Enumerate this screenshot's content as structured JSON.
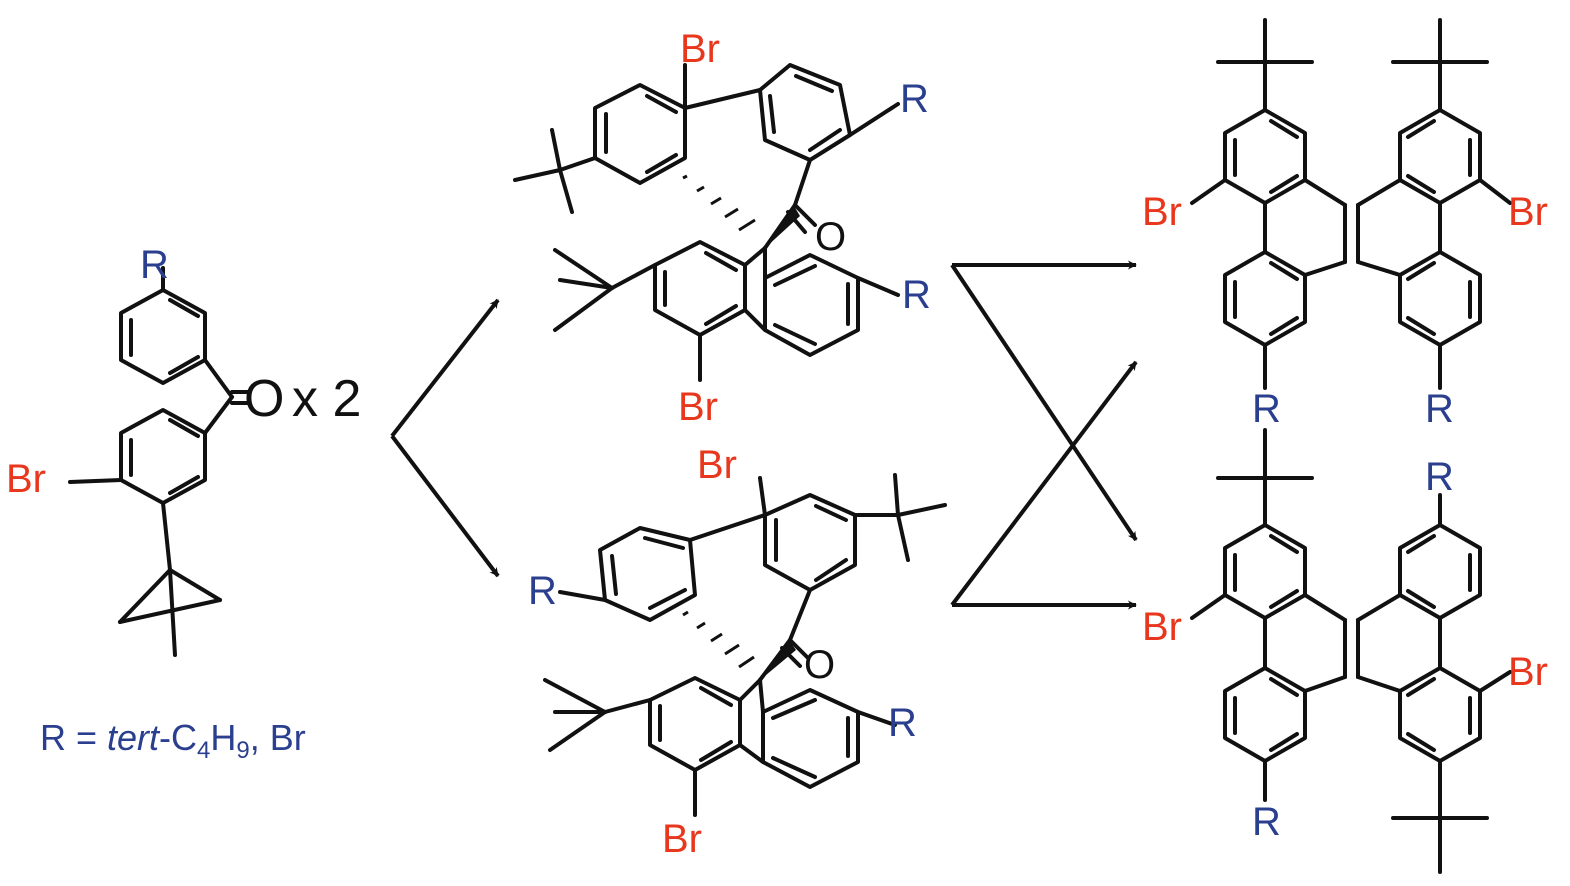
{
  "colors": {
    "bond": "#111111",
    "bromine": "#e8371c",
    "r_group": "#2b3f8f",
    "oxygen": "#111111",
    "background": "#ffffff"
  },
  "atoms": {
    "bromine": "Br",
    "r_group": "R",
    "oxygen": "O"
  },
  "reagent_multiplier": "x 2",
  "legend": {
    "lhs": "R = ",
    "italic": "tert",
    "formula_c": "-C",
    "subscript_4": "4",
    "formula_h": "H",
    "subscript_9": "9",
    "rest": ", Br"
  }
}
